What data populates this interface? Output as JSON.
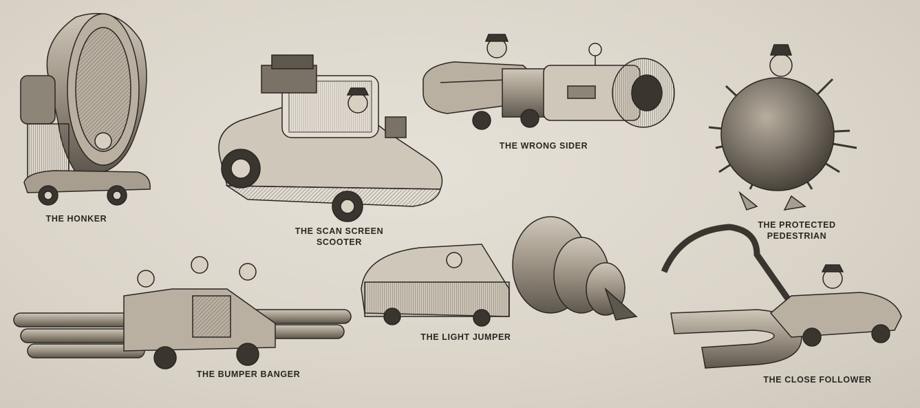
{
  "captions": {
    "honker": "THE HONKER",
    "scan_screen_line1": "THE SCAN SCREEN",
    "scan_screen_line2": "SCOOTER",
    "wrong_sider": "THE WRONG SIDER",
    "protected_line1": "THE PROTECTED",
    "protected_line2": "PEDESTRIAN",
    "bumper_banger": "THE BUMPER BANGER",
    "light_jumper": "THE LIGHT JUMPER",
    "close_follower": "THE CLOSE FOLLOWER"
  },
  "colors": {
    "paper": "#dcd7cd",
    "ink": "#2a2622",
    "shade": "#8a8174"
  }
}
